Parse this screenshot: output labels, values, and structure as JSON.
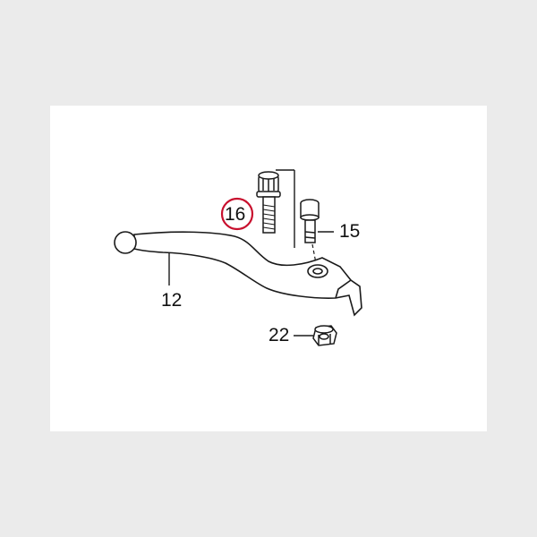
{
  "diagram": {
    "parts": [
      {
        "number": "16",
        "part": "lever-pivot-bolt",
        "highlighted": true
      },
      {
        "number": "15",
        "part": "pivot-collar"
      },
      {
        "number": "12",
        "part": "brake-lever"
      },
      {
        "number": "22",
        "part": "lock-nut"
      }
    ],
    "highlight_color": "#c8102e",
    "line_color": "#1a1a1a"
  }
}
